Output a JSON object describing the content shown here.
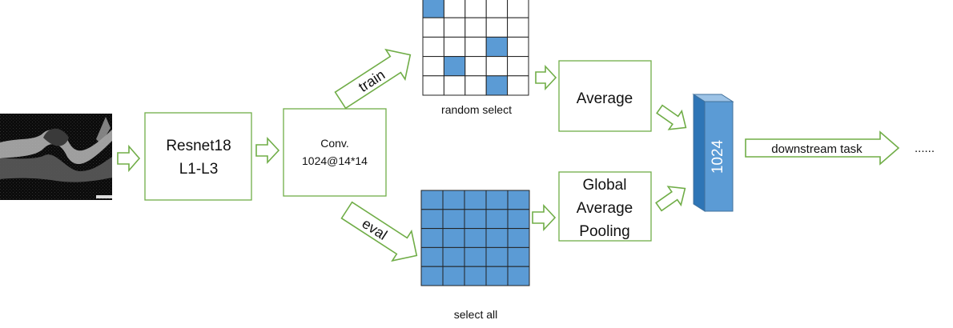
{
  "input_image": {
    "description_icon": "oct-scan-image"
  },
  "boxes": {
    "resnet": {
      "line1": "Resnet18",
      "line2": "L1-L3"
    },
    "conv": {
      "line1": "Conv.",
      "line2": "1024@14*14"
    },
    "average": {
      "label": "Average"
    },
    "gap": {
      "line1": "Global",
      "line2": "Average",
      "line3": "Pooling"
    }
  },
  "arrows": {
    "train": "train",
    "eval": "eval",
    "downstream": "downstream task"
  },
  "grids": {
    "random": {
      "caption": "random select",
      "rows": 5,
      "cols": 5,
      "selected": [
        [
          0,
          0
        ],
        [
          2,
          3
        ],
        [
          3,
          1
        ],
        [
          4,
          3
        ]
      ]
    },
    "all": {
      "caption": "select all",
      "rows": 5,
      "cols": 5,
      "selected": "all"
    }
  },
  "feature_vector": {
    "label": "1024"
  },
  "ellipsis": "......",
  "colors": {
    "accent_green": "#70ad47",
    "cell_blue": "#5b9bd5",
    "bar_front": "#5b9bd5",
    "bar_side": "#2e75b6",
    "bar_top": "#9dc3e6"
  }
}
